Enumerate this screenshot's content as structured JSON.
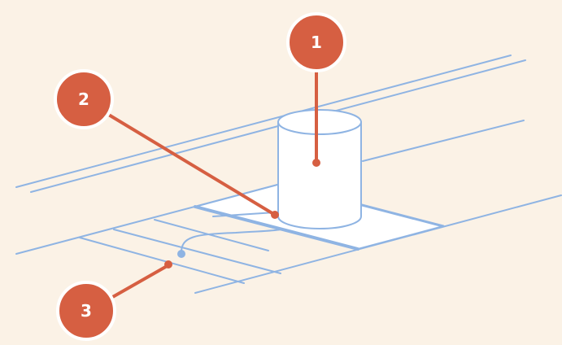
{
  "colors": {
    "background": "#fbf2e6",
    "line_blue": "#8fb4e3",
    "callout_orange": "#d65f42",
    "callout_ring": "#ffffff",
    "fill_white": "#ffffff"
  },
  "callouts": [
    {
      "id": "callout-1",
      "label": "1"
    },
    {
      "id": "callout-2",
      "label": "2"
    },
    {
      "id": "callout-3",
      "label": "3"
    }
  ]
}
